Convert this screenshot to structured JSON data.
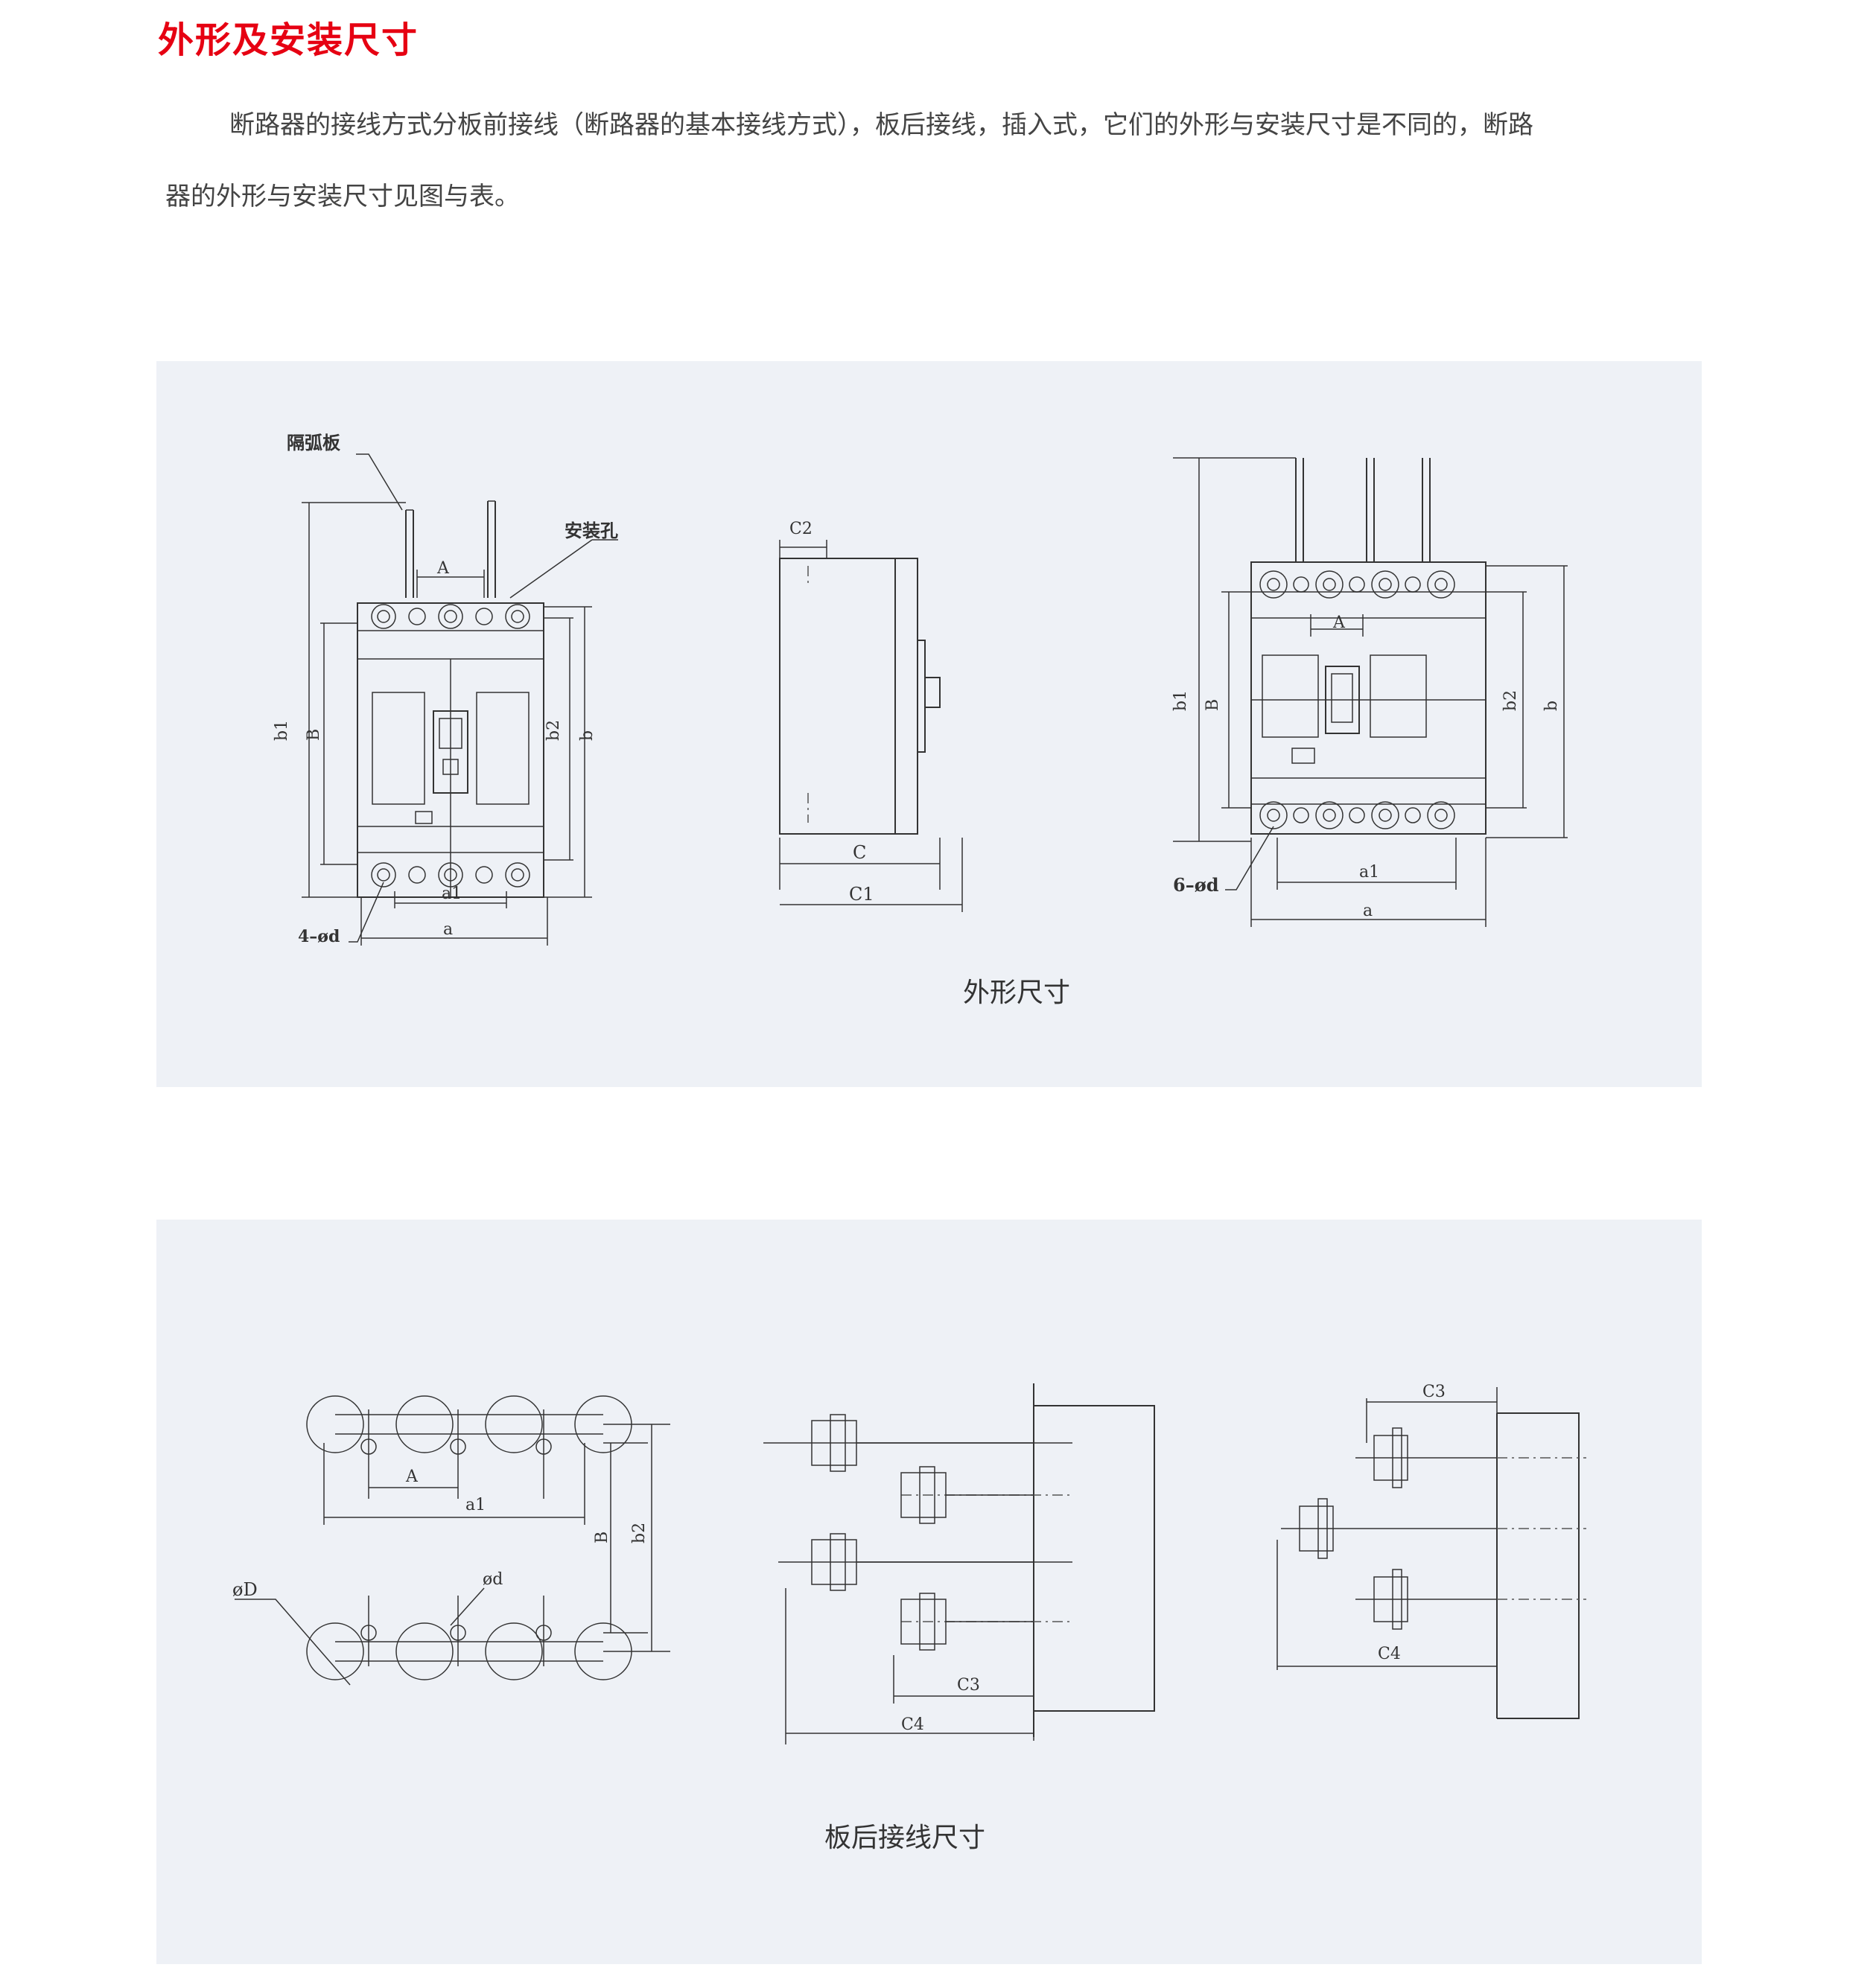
{
  "heading": "外形及安装尺寸",
  "intro": {
    "line1": "断路器的接线方式分板前接线（断路器的基本接线方式），板后接线，插入式，它们的外形与安装尺寸是不同的，断路",
    "line2": "器的外形与安装尺寸见图与表。"
  },
  "figure1": {
    "caption": "外形尺寸",
    "labels": {
      "partition": "隔弧板",
      "mount_hole": "安装孔",
      "A": "A",
      "b1": "b1",
      "B": "B",
      "b2": "b2",
      "b": "b",
      "a1": "a1",
      "a": "a",
      "hole3": "4–ød",
      "C2": "C2",
      "C": "C",
      "C1": "C1",
      "hole4": "6–ød"
    }
  },
  "figure2": {
    "caption": "板后接线尺寸",
    "labels": {
      "A": "A",
      "a1": "a1",
      "B": "B",
      "b2": "b2",
      "D": "øD",
      "d": "ød",
      "C3": "C3",
      "C4": "C4"
    }
  }
}
